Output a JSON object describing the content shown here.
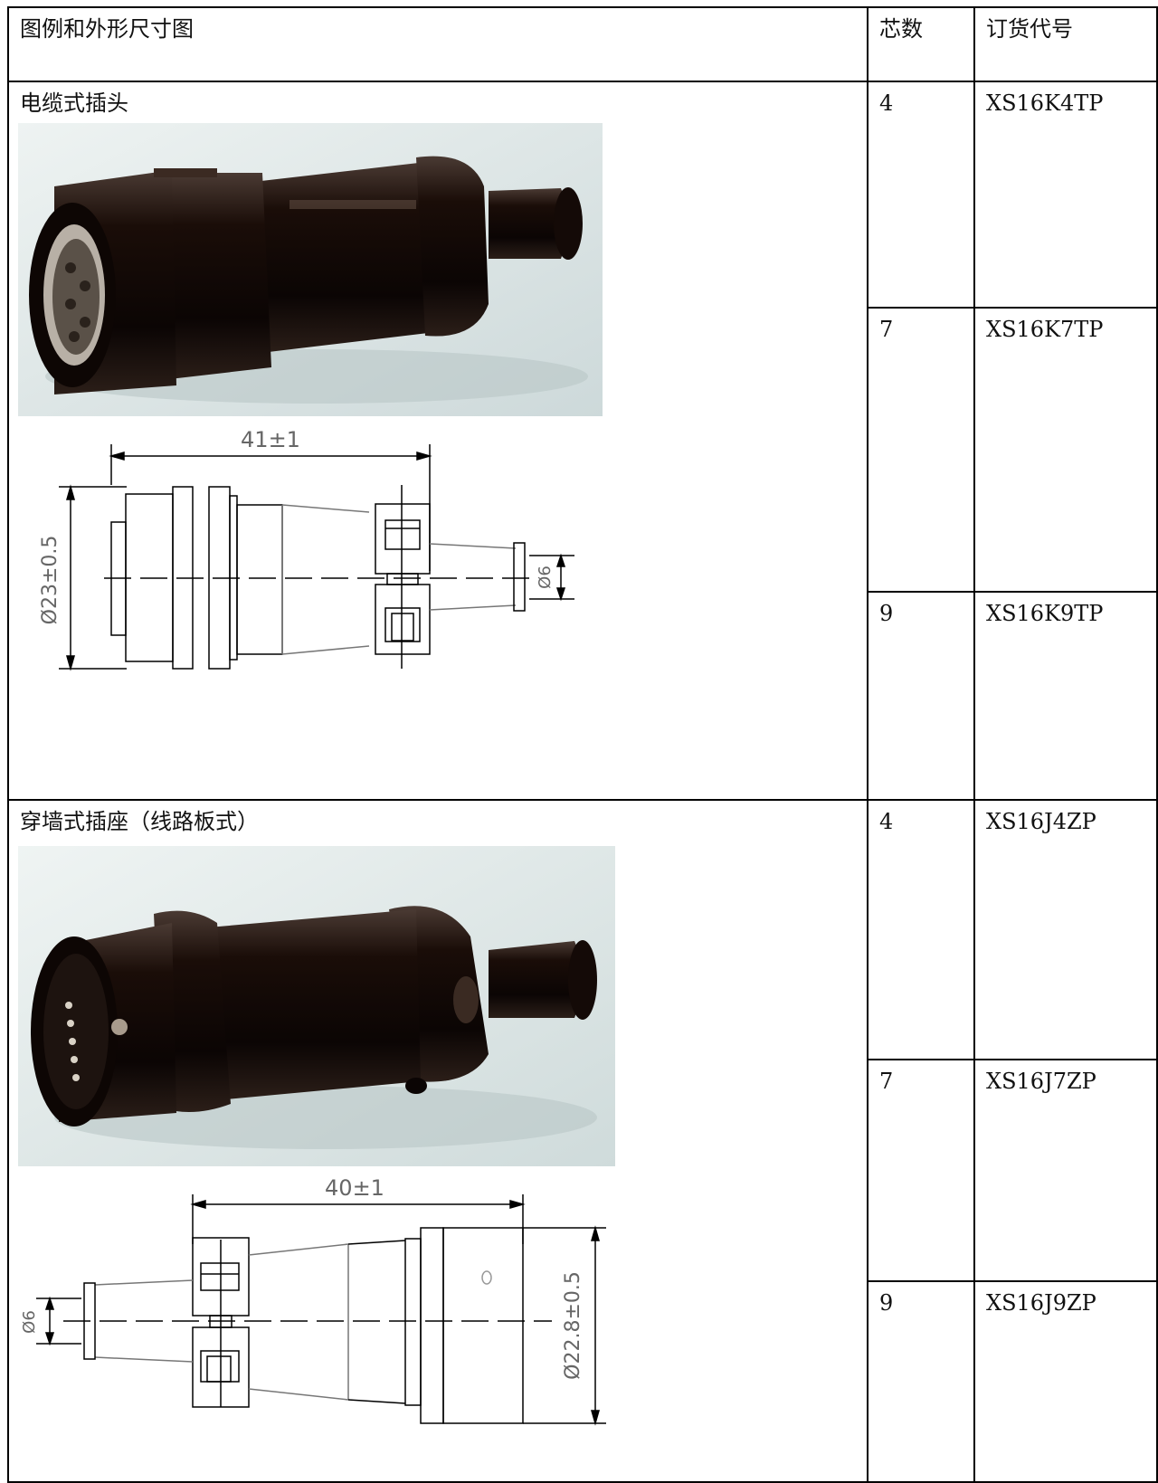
{
  "header": {
    "col1": "图例和外形尺寸图",
    "col2": "芯数",
    "col3": "订货代号"
  },
  "sections": [
    {
      "title": "电缆式插头",
      "dim_length": "41±1",
      "dim_diameter_body": "Ø23±0.5",
      "dim_diameter_tail": "Ø6",
      "rows": [
        {
          "cores": "4",
          "code": "XS16K4TP"
        },
        {
          "cores": "7",
          "code": "XS16K7TP"
        },
        {
          "cores": "9",
          "code": "XS16K9TP"
        }
      ]
    },
    {
      "title": "穿墙式插座（线路板式）",
      "dim_length": "40±1",
      "dim_diameter_body": "Ø22.8±0.5",
      "dim_diameter_tail": "Ø6",
      "rows": [
        {
          "cores": "4",
          "code": "XS16J4ZP"
        },
        {
          "cores": "7",
          "code": "XS16J7ZP"
        },
        {
          "cores": "9",
          "code": "XS16J9ZP"
        }
      ]
    }
  ],
  "colors": {
    "connector_body": "#1a0d08",
    "photo_bg": "#e4ecec",
    "drawing_line": "#000000"
  }
}
